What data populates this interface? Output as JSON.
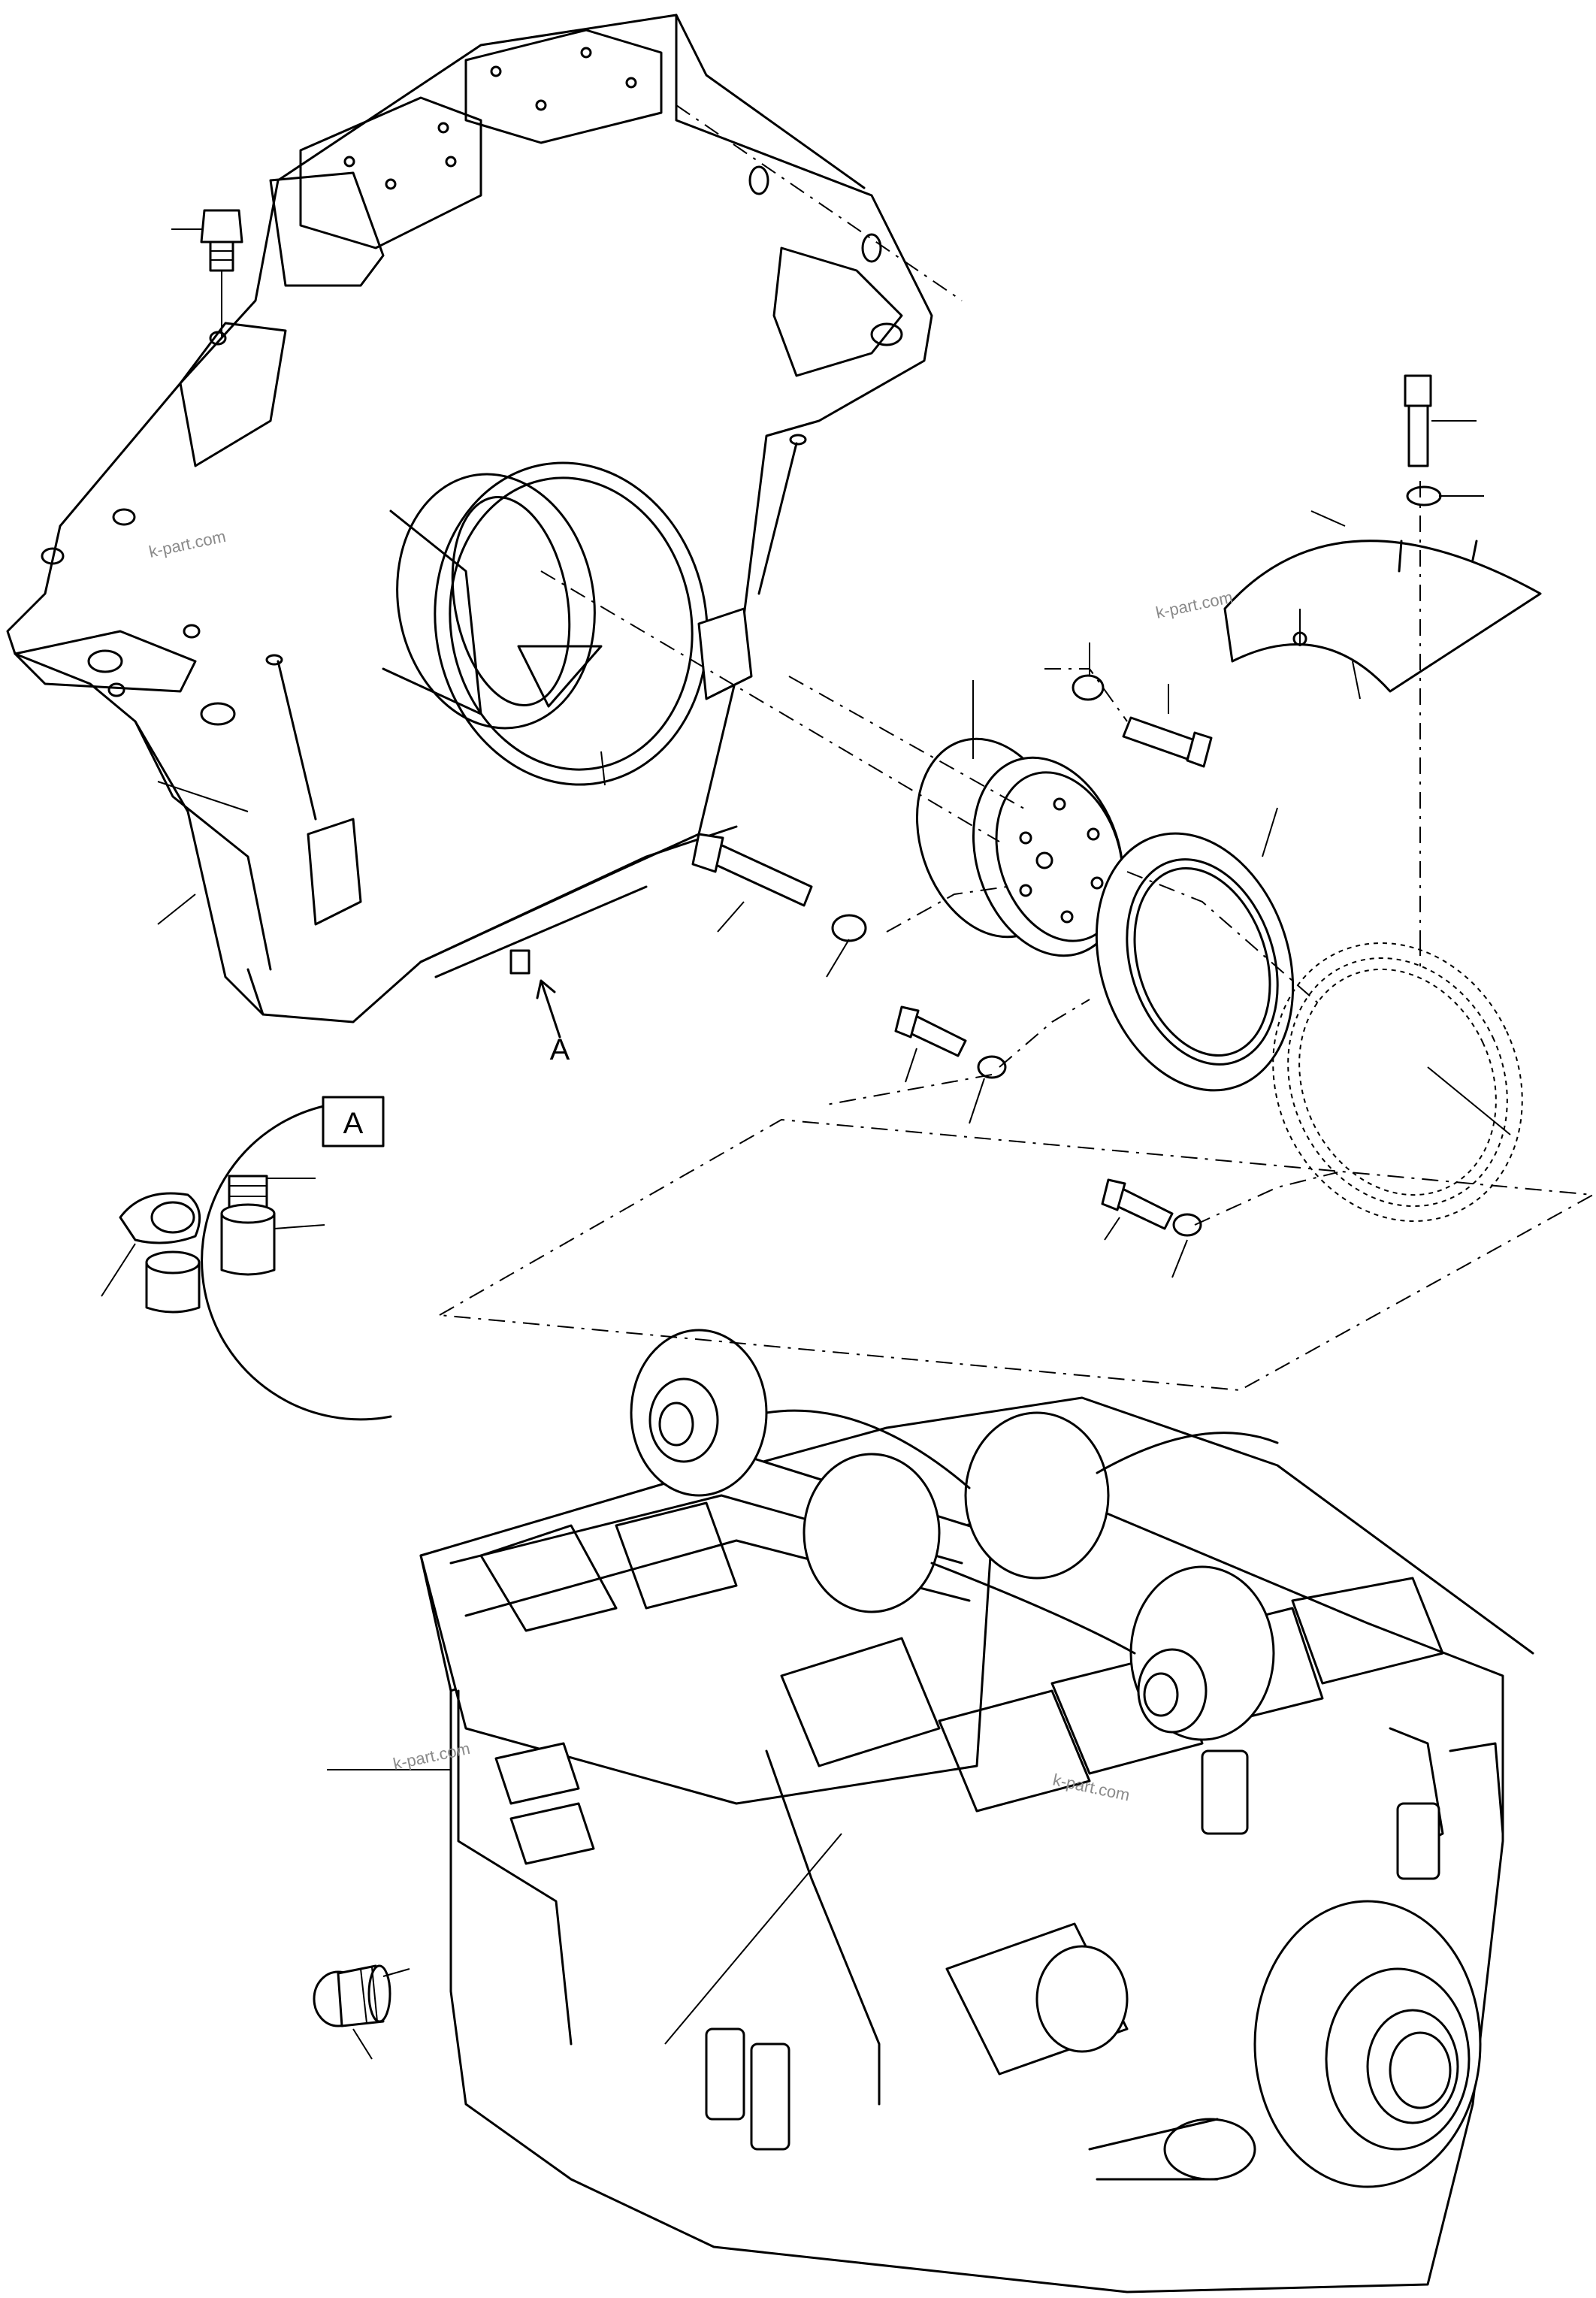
{
  "detail": {
    "callout_label": "A",
    "view_box_label": "A"
  },
  "watermark": {
    "text": "k-part.com"
  }
}
